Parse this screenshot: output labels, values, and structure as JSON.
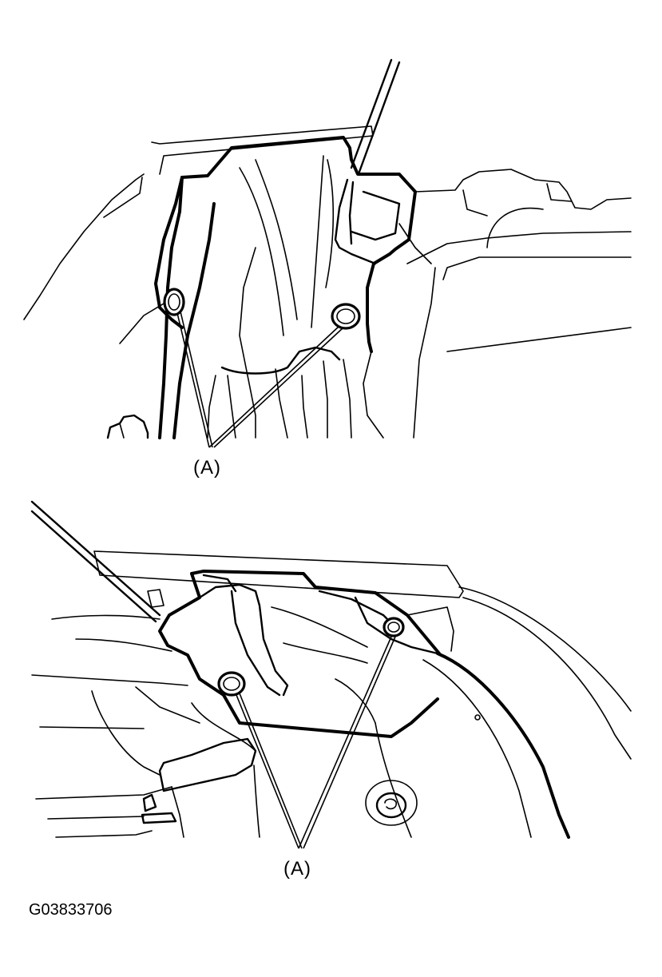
{
  "callouts": {
    "top_label": "(A)",
    "bottom_label": "(A)"
  },
  "figure_code": "G03833706",
  "colors": {
    "line": "#000000",
    "background": "#ffffff"
  }
}
